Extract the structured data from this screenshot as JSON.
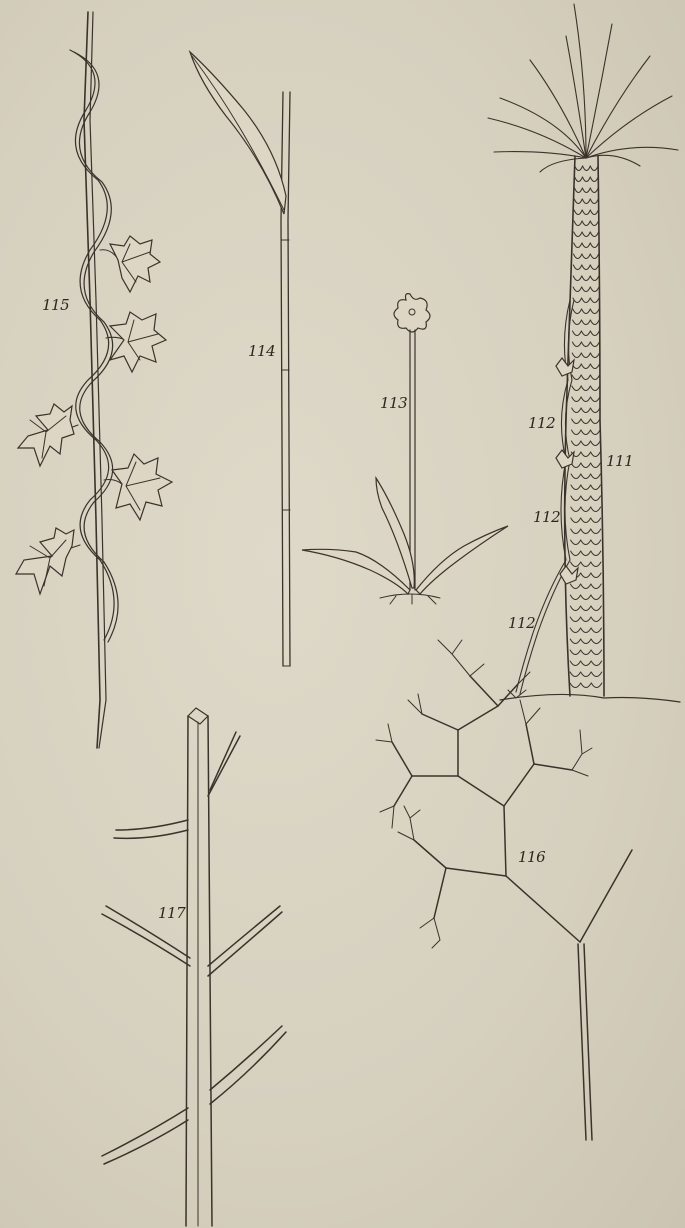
{
  "plate": {
    "paper_color": "#d9d3c2",
    "ink_color": "#3a332b",
    "figures": [
      {
        "id": "fig-111",
        "label": "111",
        "subject": "palm-tree"
      },
      {
        "id": "fig-112",
        "label": "112",
        "subject": "creeper-on-palm"
      },
      {
        "id": "fig-113",
        "label": "113",
        "subject": "scape-flower"
      },
      {
        "id": "fig-114",
        "label": "114",
        "subject": "grass-culm"
      },
      {
        "id": "fig-115",
        "label": "115",
        "subject": "twining-stem"
      },
      {
        "id": "fig-116",
        "label": "116",
        "subject": "dichotomous-branching"
      },
      {
        "id": "fig-117",
        "label": "117",
        "subject": "branched-stem"
      }
    ],
    "labels": {
      "l111": "111",
      "l112a": "112",
      "l112b": "112",
      "l112c": "112",
      "l113": "113",
      "l114": "114",
      "l115": "115",
      "l116": "116",
      "l117": "117"
    }
  }
}
